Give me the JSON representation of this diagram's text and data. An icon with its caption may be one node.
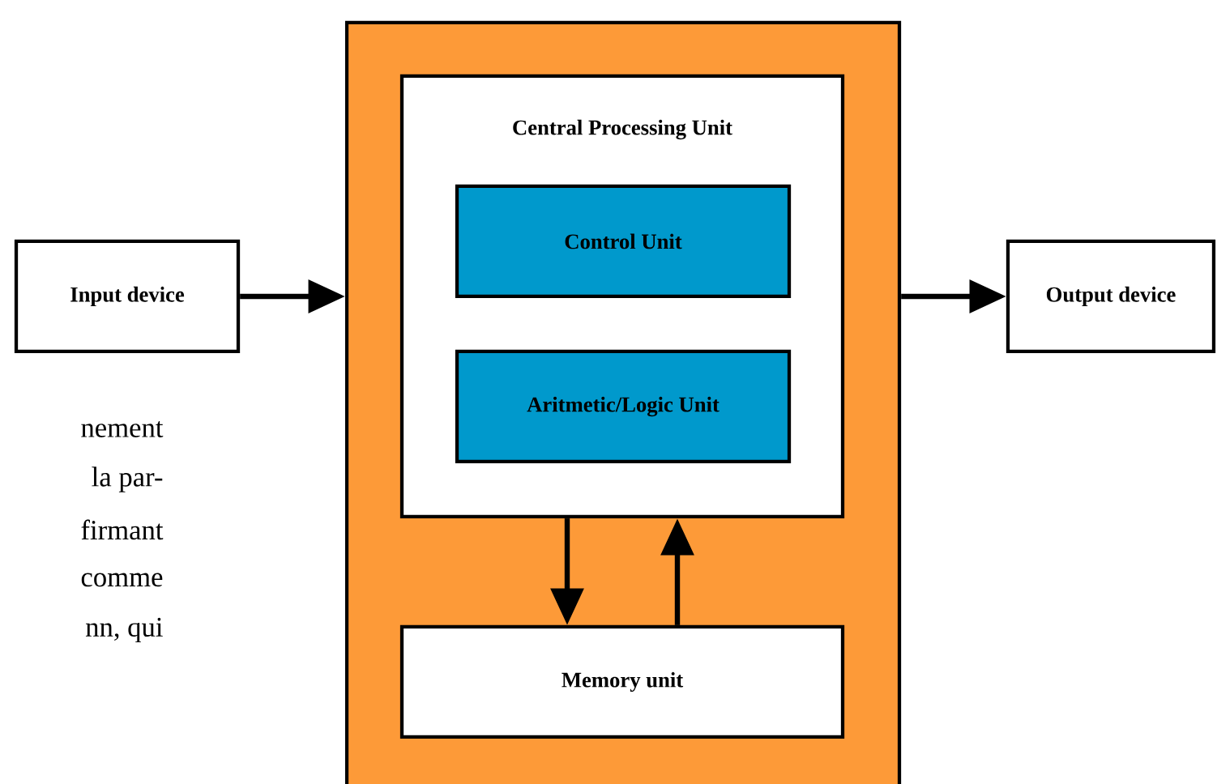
{
  "diagram": {
    "nodes": [
      {
        "text": [
          "Input device"
        ]
      },
      {
        "text": [],
        "shape": "box"
      },
      {
        "text": [
          "Central Processing Unit"
        ],
        "in": 1
      },
      {
        "text": [
          "Control Unit"
        ],
        "in": 2
      },
      {
        "text": [
          "Aritmetic/Logic Unit"
        ],
        "in": 2
      },
      {
        "text": [
          "Memory unit"
        ],
        "in": 1
      },
      {
        "text": [
          "Output device"
        ]
      }
    ],
    "edges": [
      {
        "from": 0,
        "to": 1,
        "arrow": "to"
      },
      {
        "from": 1,
        "to": 6,
        "arrow": "to"
      },
      {
        "from": 2,
        "to": 5,
        "arrow": "to"
      },
      {
        "from": 5,
        "to": 2,
        "arrow": "to"
      }
    ],
    "labels": [
      "nement",
      "la par-",
      "firmant",
      "comme",
      "nn, qui"
    ]
  }
}
